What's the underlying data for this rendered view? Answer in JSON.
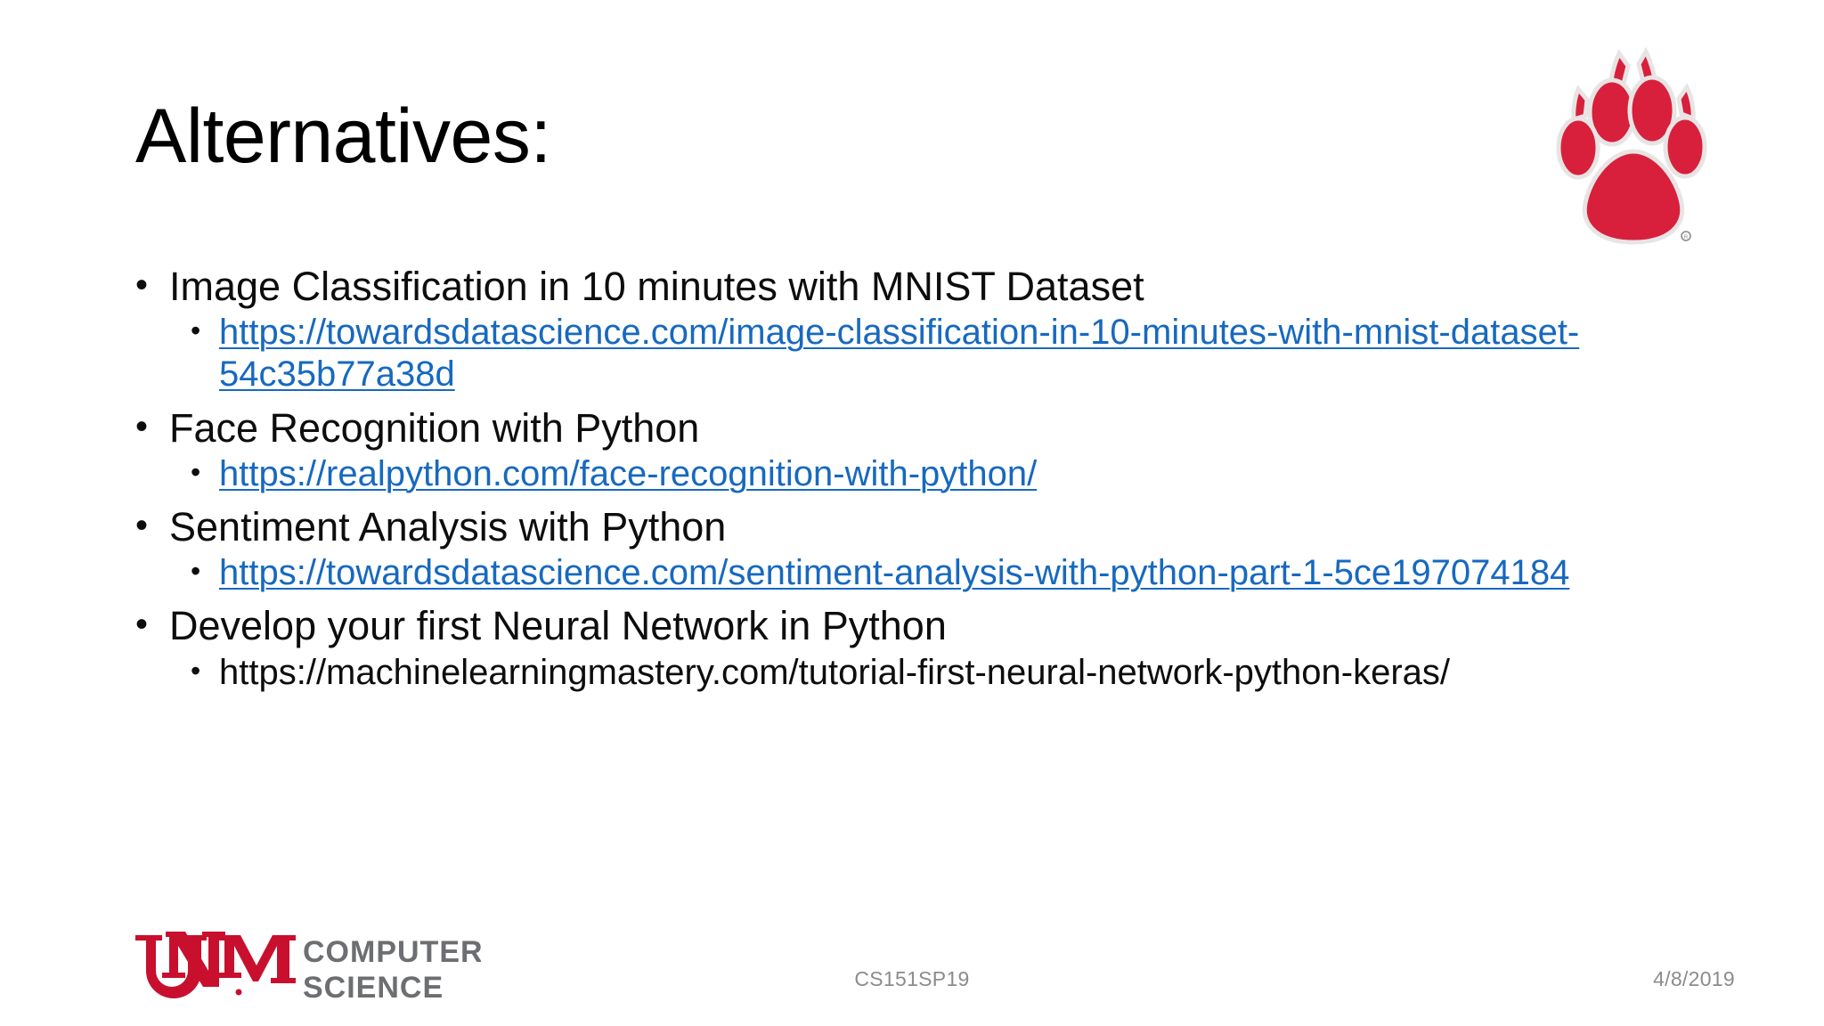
{
  "slide": {
    "title": "Alternatives:",
    "bullet_glyph": "•",
    "colors": {
      "link": "#1769bf",
      "text": "#0d0d0d",
      "brand_red": "#C8102E",
      "brand_gray": "#6D6E71",
      "footer_text": "#8c8c8c"
    },
    "items": [
      {
        "title": "Image Classification in 10 minutes with MNIST Dataset",
        "link": "https://towardsdatascience.com/image-classification-in-10-minutes-with-mnist-dataset-54c35b77a38d",
        "is_link": true
      },
      {
        "title": "Face Recognition with Python",
        "link": "https://realpython.com/face-recognition-with-python/",
        "is_link": true
      },
      {
        "title": "Sentiment Analysis with Python",
        "link": "https://towardsdatascience.com/sentiment-analysis-with-python-part-1-5ce197074184",
        "is_link": true
      },
      {
        "title": "Develop your first Neural Network in Python",
        "link": "https://machinelearningmastery.com/tutorial-first-neural-network-python-keras/",
        "is_link": false
      }
    ],
    "footer": {
      "course": "CS151SP19",
      "date": "4/8/2019",
      "logo_line1": "COMPUTER",
      "logo_line2": "SCIENCE",
      "logo_mark": "UNM"
    }
  }
}
